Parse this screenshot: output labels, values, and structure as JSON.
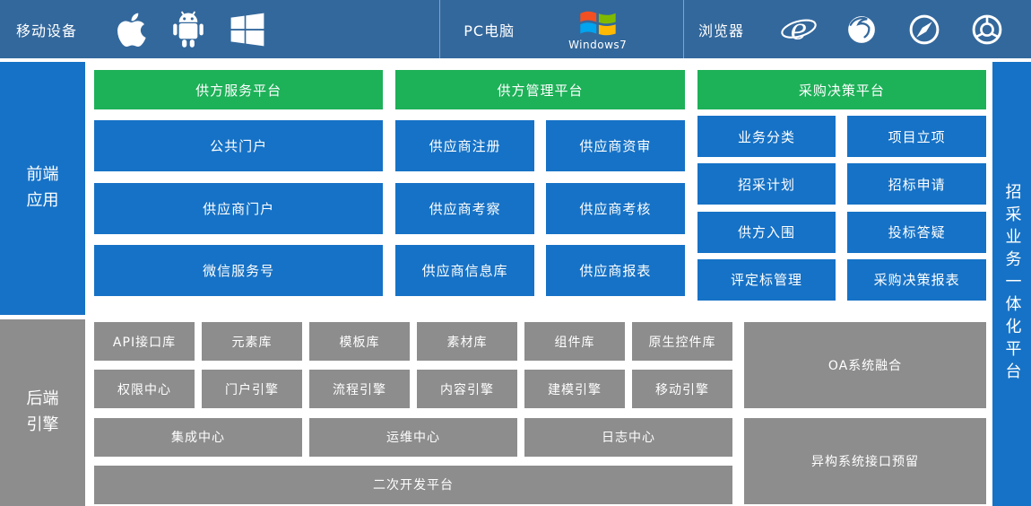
{
  "colors": {
    "header_blue": "#33689c",
    "box_blue": "#1672c6",
    "green": "#1db158",
    "gray": "#8d8d8d"
  },
  "header": {
    "mobile": {
      "label": "移动设备",
      "icons": [
        "apple-icon",
        "android-icon",
        "windows-icon"
      ]
    },
    "pc": {
      "label": "PC电脑",
      "icons": [
        "windows7-icon"
      ],
      "windows7_text": "Windows7"
    },
    "browser": {
      "label": "浏览器",
      "icons": [
        "ie-icon",
        "firefox-icon",
        "safari-icon",
        "chrome-icon"
      ]
    }
  },
  "left_sidebar": {
    "frontend_label": "前端应用",
    "backend_label": "后端引擎"
  },
  "right_bar": {
    "label": "招采业务一体化平台"
  },
  "frontend": {
    "columns": [
      {
        "header": "供方服务平台",
        "rows": [
          [
            "公共门户"
          ],
          [
            "供应商门户"
          ],
          [
            "微信服务号"
          ]
        ]
      },
      {
        "header": "供方管理平台",
        "rows": [
          [
            "供应商注册",
            "供应商资审"
          ],
          [
            "供应商考察",
            "供应商考核"
          ],
          [
            "供应商信息库",
            "供应商报表"
          ]
        ]
      },
      {
        "header": "采购决策平台",
        "rows": [
          [
            "业务分类",
            "项目立项"
          ],
          [
            "招采计划",
            "招标申请"
          ],
          [
            "供方入围",
            "投标答疑"
          ],
          [
            "评定标管理",
            "采购决策报表"
          ]
        ]
      }
    ]
  },
  "backend": {
    "row1": [
      "API接口库",
      "元素库",
      "模板库",
      "素材库",
      "组件库",
      "原生控件库"
    ],
    "row2": [
      "权限中心",
      "门户引擎",
      "流程引擎",
      "内容引擎",
      "建模引擎",
      "移动引擎"
    ],
    "row3": [
      "集成中心",
      "运维中心",
      "日志中心"
    ],
    "row4": "二次开发平台",
    "right": [
      "OA系统融合",
      "异构系统接口预留"
    ]
  }
}
